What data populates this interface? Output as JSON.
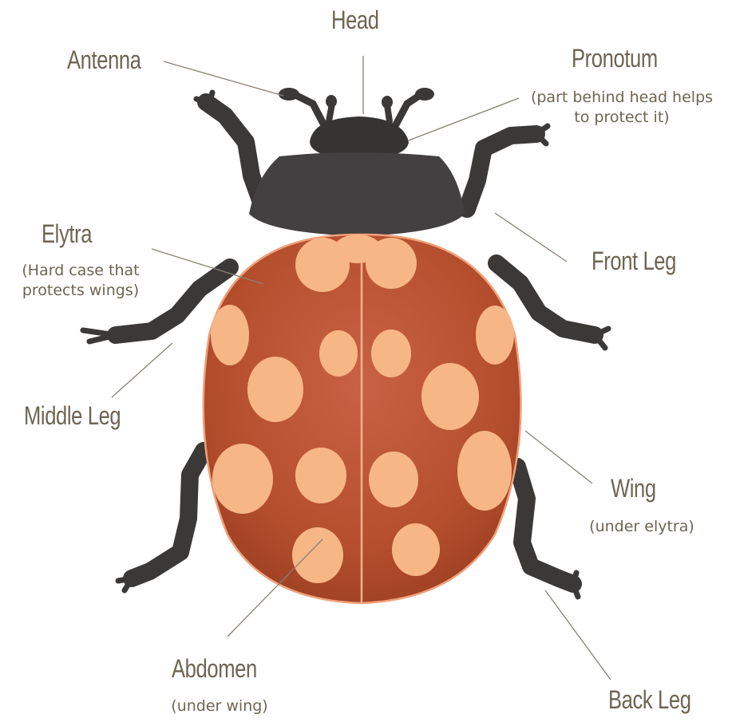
{
  "diagram": {
    "labels": {
      "head": "Head",
      "antenna": "Antenna",
      "pronotum": "Pronotum",
      "pronotum_note_1": "(part behind head helps",
      "pronotum_note_2": "to protect it)",
      "elytra": "Elytra",
      "elytra_note_1": "(Hard case that",
      "elytra_note_2": "protects wings)",
      "front_leg": "Front Leg",
      "middle_leg": "Middle Leg",
      "wing": "Wing",
      "wing_note": "(under elytra)",
      "abdomen": "Abdomen",
      "abdomen_note": "(under wing)",
      "back_leg": "Back Leg"
    },
    "colors": {
      "text": "#6e6453",
      "leader_line": "#8a8174",
      "body_dark": "#3b3937",
      "shell": "#b8502f",
      "spot": "#f5b585"
    }
  }
}
